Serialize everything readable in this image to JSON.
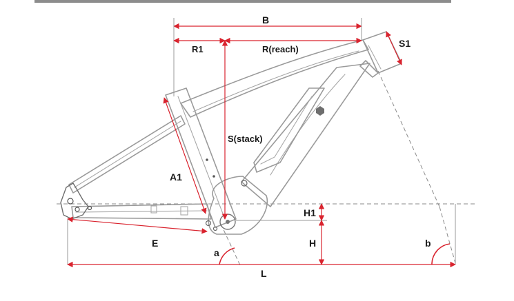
{
  "diagram": {
    "labels": {
      "B": "B",
      "R1": "R1",
      "R": "R(reach)",
      "S1": "S1",
      "S": "S(stack)",
      "A1": "A1",
      "H1": "H1",
      "H": "H",
      "E": "E",
      "a": "a",
      "b": "b",
      "L": "L"
    },
    "colors": {
      "accent": "#d9232e",
      "frame_line": "#9a9a9a",
      "header_bar": "#8c8c8c",
      "text": "#1a1a1a"
    }
  }
}
